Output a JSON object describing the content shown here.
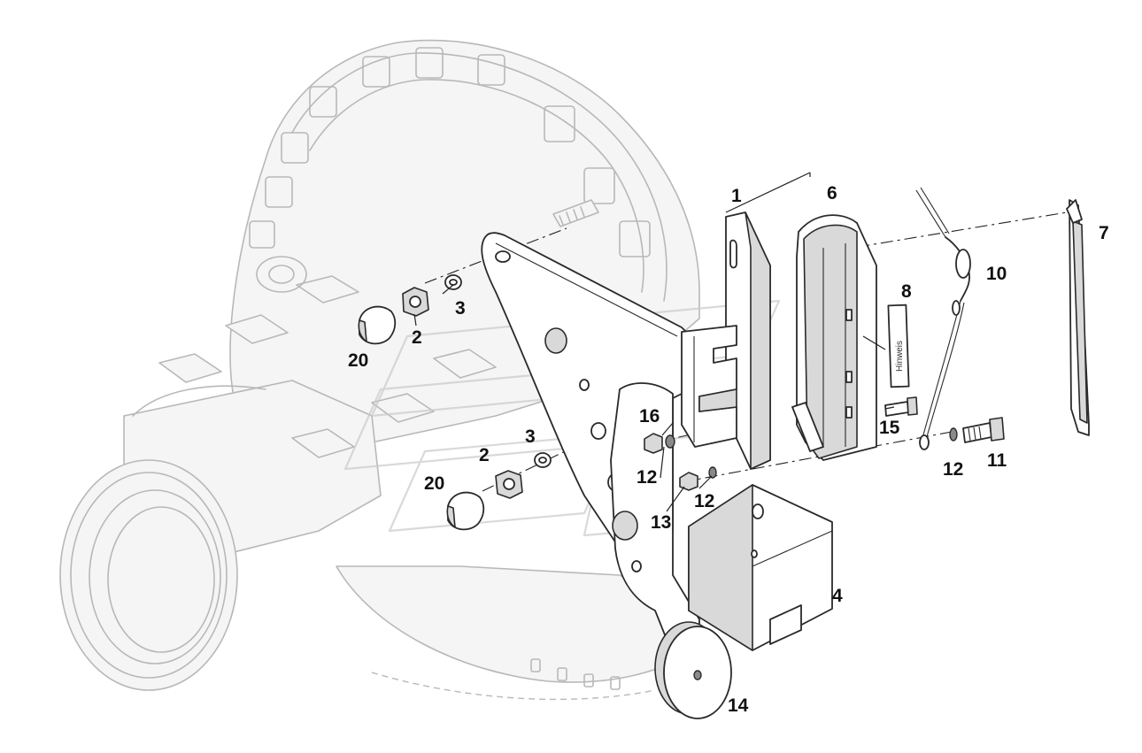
{
  "diagram": {
    "type": "exploded-parts-view",
    "callouts": [
      {
        "id": "c1",
        "label": "1"
      },
      {
        "id": "c2a",
        "label": "2"
      },
      {
        "id": "c2b",
        "label": "2"
      },
      {
        "id": "c3a",
        "label": "3"
      },
      {
        "id": "c3b",
        "label": "3"
      },
      {
        "id": "c4",
        "label": "4"
      },
      {
        "id": "c6",
        "label": "6"
      },
      {
        "id": "c7",
        "label": "7"
      },
      {
        "id": "c8",
        "label": "8"
      },
      {
        "id": "c10",
        "label": "10"
      },
      {
        "id": "c11",
        "label": "11"
      },
      {
        "id": "c12a",
        "label": "12"
      },
      {
        "id": "c12b",
        "label": "12"
      },
      {
        "id": "c12c",
        "label": "12"
      },
      {
        "id": "c13",
        "label": "13"
      },
      {
        "id": "c14",
        "label": "14"
      },
      {
        "id": "c15",
        "label": "15"
      },
      {
        "id": "c16",
        "label": "16"
      },
      {
        "id": "c20a",
        "label": "20"
      },
      {
        "id": "c20b",
        "label": "20"
      }
    ],
    "label_plate_text": "Hinweis"
  }
}
